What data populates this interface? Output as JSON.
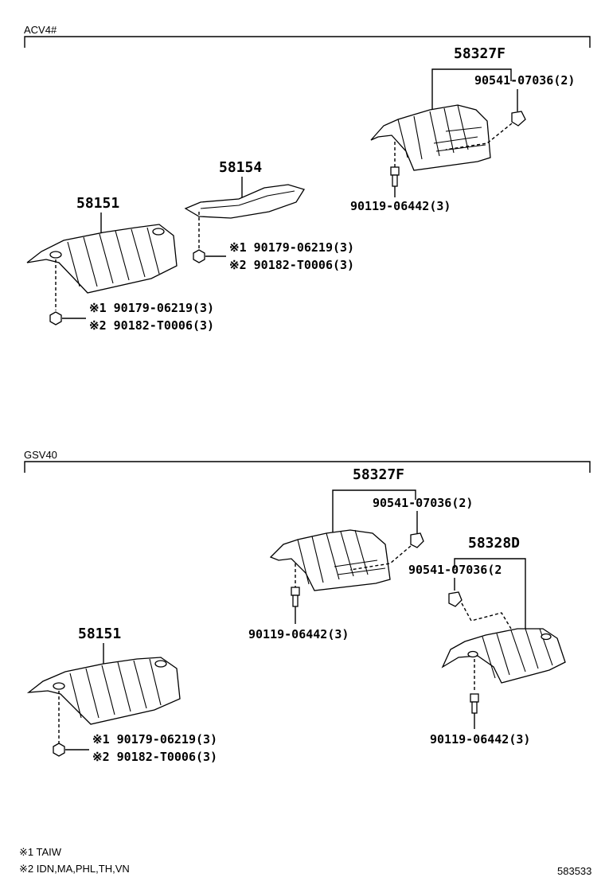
{
  "sections": [
    {
      "title": "ACV4#",
      "labels": {
        "p58327f": "58327F",
        "p90541": "90541-07036(2)",
        "p90119": "90119-06442(3)",
        "p58154": "58154",
        "p58154_n1": "※1 90179-06219(3)",
        "p58154_n2": "※2 90182-T0006(3)",
        "p58151": "58151",
        "p58151_n1": "※1 90179-06219(3)",
        "p58151_n2": "※2 90182-T0006(3)"
      }
    },
    {
      "title": "GSV40",
      "labels": {
        "p58327f": "58327F",
        "p90541a": "90541-07036(2)",
        "p90119a": "90119-06442(3)",
        "p58328d": "58328D",
        "p90541b": "90541-07036(2",
        "p90119b": "90119-06442(3)",
        "p58151": "58151",
        "p58151_n1": "※1 90179-06219(3)",
        "p58151_n2": "※2 90182-T0006(3)"
      }
    }
  ],
  "footnotes": {
    "n1": "※1 TAIW",
    "n2": "※2 IDN,MA,PHL,TH,VN"
  },
  "diagram_code": "583533"
}
